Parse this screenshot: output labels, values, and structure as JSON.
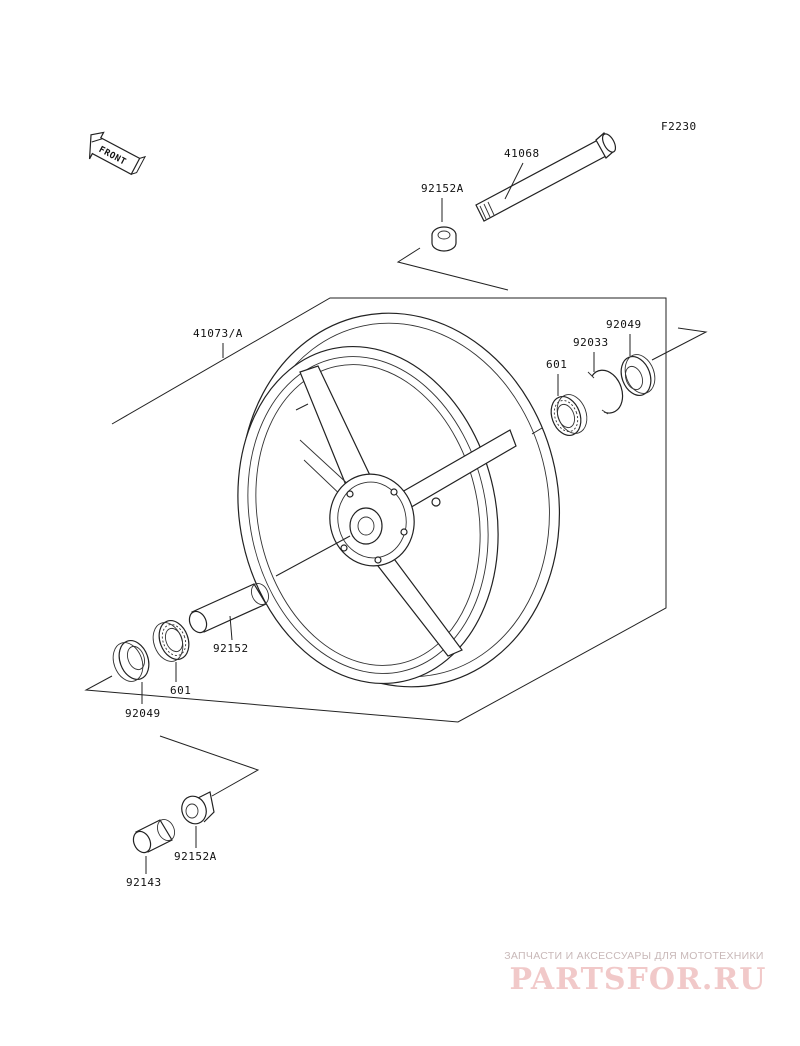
{
  "figure_code": "F2230",
  "front_marker": "FRONT",
  "parts": {
    "axle": "41068",
    "collar_top": "92152A",
    "wheel": "41073/A",
    "oil_seal_right": "92049",
    "circlip": "92033",
    "bearing_right": "601",
    "spacer": "92152",
    "bearing_left": "601",
    "oil_seal_left": "92049",
    "collar_bottom": "92152A",
    "spacer_bottom": "92143"
  },
  "watermark": {
    "tagline": "ЗАПЧАСТИ И АКСЕССУАРЫ ДЛЯ МОТОТЕХНИКИ",
    "logo": "PARTSFOR.RU"
  },
  "colors": {
    "line": "#222222",
    "watermark": "#f1c9c9"
  }
}
